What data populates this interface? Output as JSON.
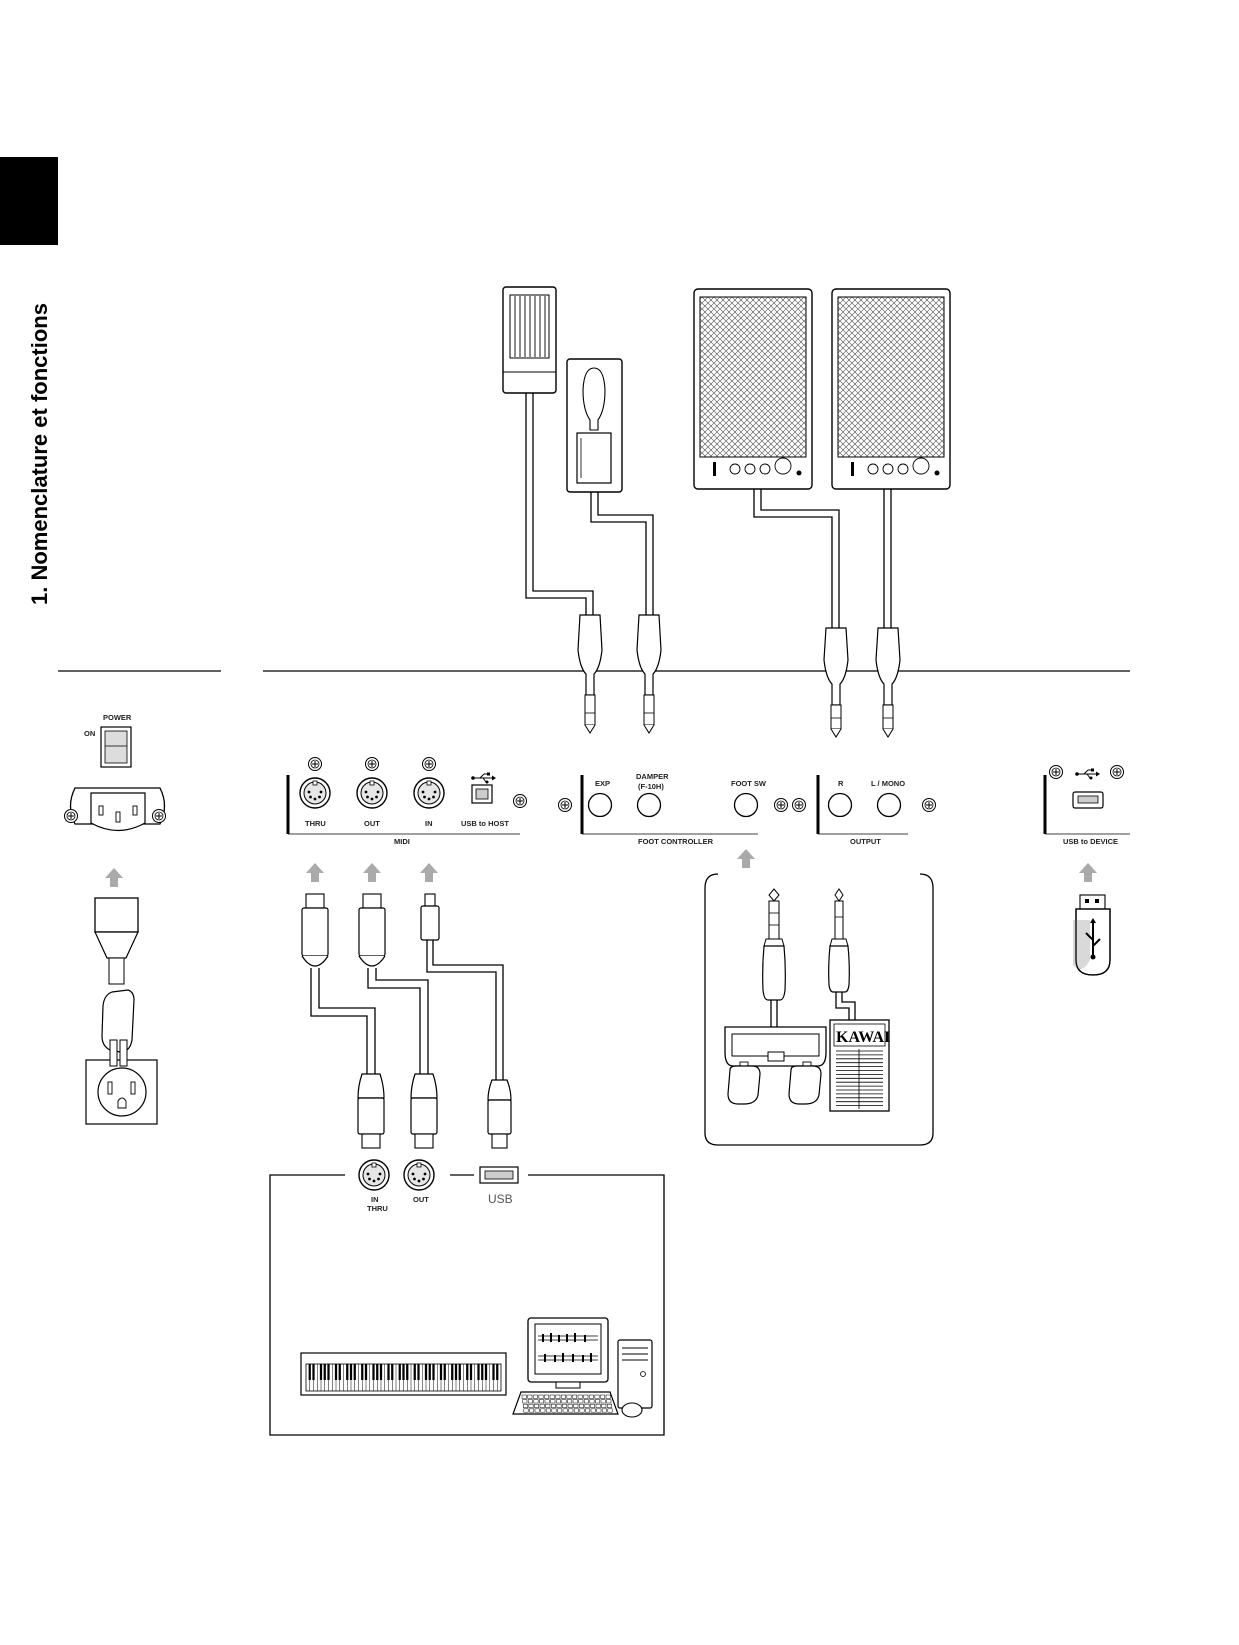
{
  "section": {
    "title": "1. Nomenclature et fonctions"
  },
  "labels": {
    "power": "POWER",
    "on": "ON",
    "midi_thru": "THRU",
    "midi_out": "OUT",
    "midi_in": "IN",
    "usb_to_host": "USB to HOST",
    "midi_group": "MIDI",
    "exp": "EXP",
    "damper": "DAMPER",
    "damper_model": "(F-10H)",
    "foot_sw": "FOOT SW",
    "foot_controller": "FOOT CONTROLLER",
    "r": "R",
    "l_mono": "L / MONO",
    "output": "OUTPUT",
    "usb_to_device": "USB to DEVICE",
    "pc_in": "IN",
    "pc_thru": "THRU",
    "pc_out": "OUT",
    "pc_usb": "USB",
    "kawai": "KAWAI"
  },
  "colors": {
    "ink": "#000000",
    "panel": "#ffffff",
    "shade": "#d9d9d9"
  },
  "icons": [
    "usb-icon",
    "screw-icon",
    "arrow-up-icon",
    "midi-port-icon",
    "jack-plug-icon",
    "speaker-icon",
    "keyboard-icon",
    "computer-icon"
  ]
}
